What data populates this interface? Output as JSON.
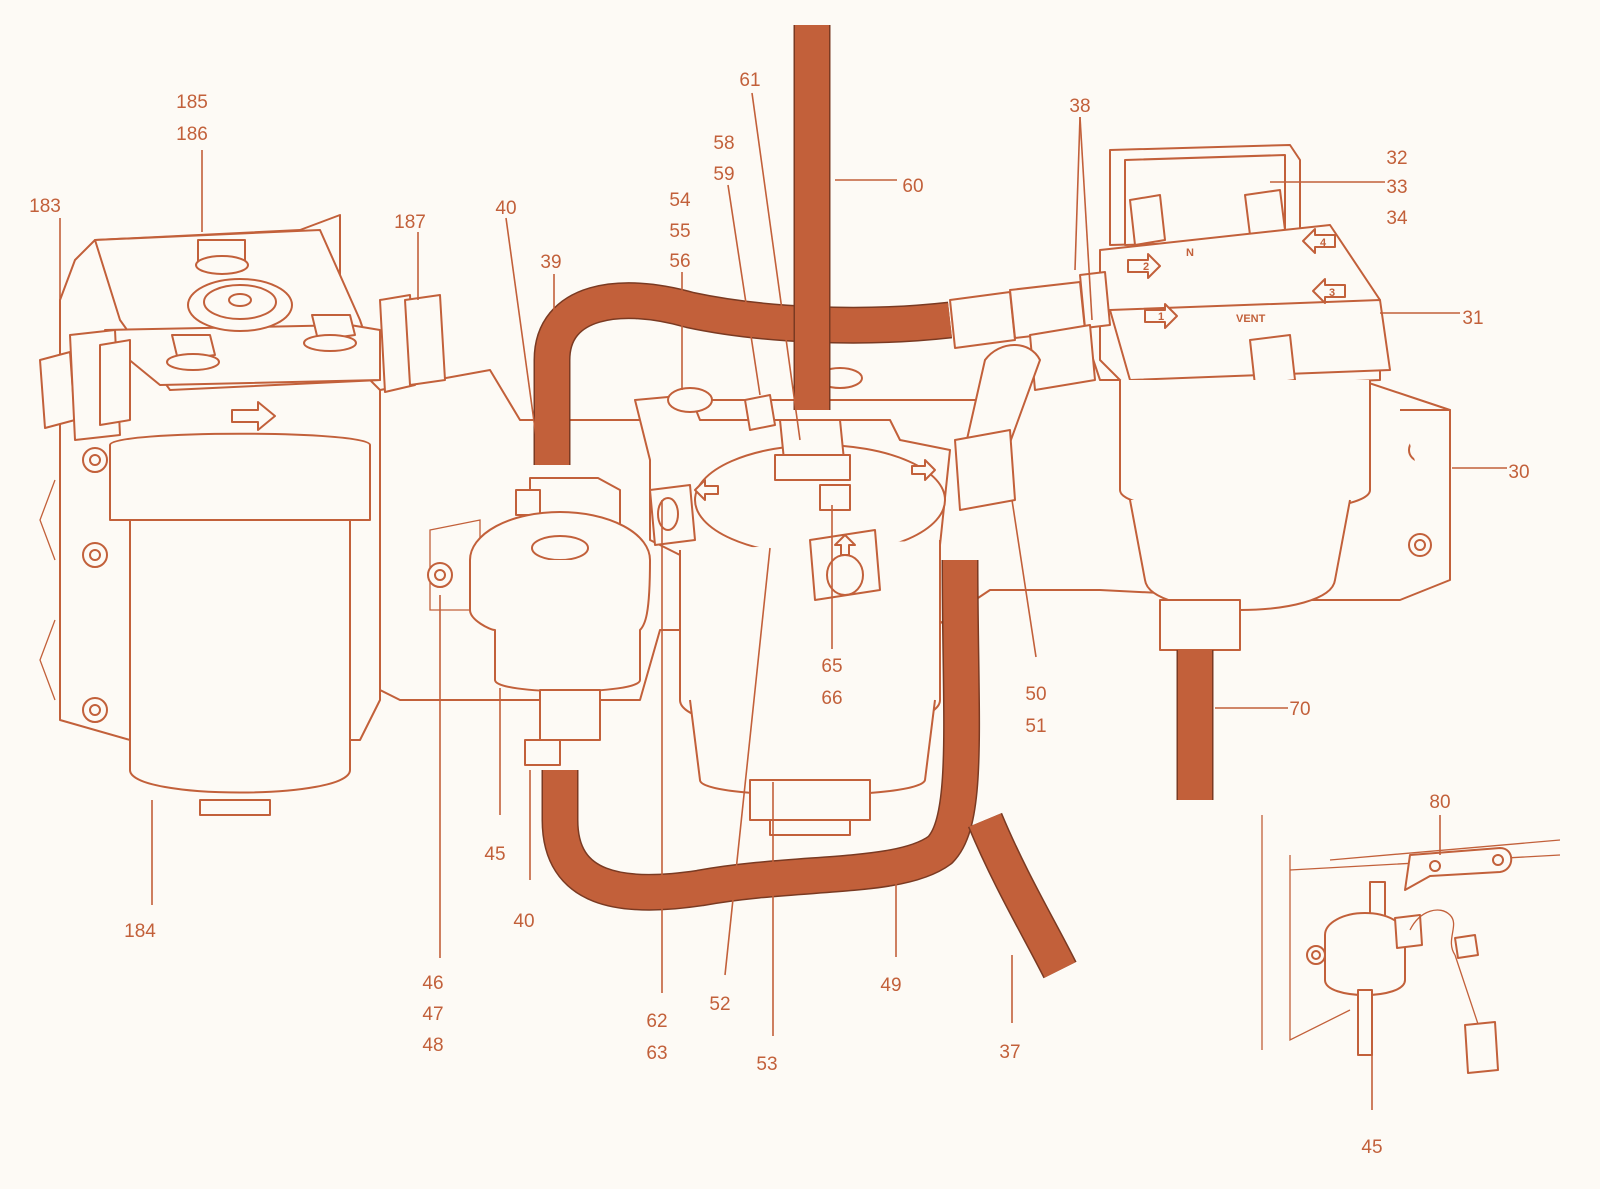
{
  "diagram": {
    "accent_color": "#c2603a",
    "background_color": "#fdfaf5",
    "labels": [
      {
        "id": "l185",
        "text": "185"
      },
      {
        "id": "l186",
        "text": "186"
      },
      {
        "id": "l183",
        "text": "183"
      },
      {
        "id": "l187",
        "text": "187"
      },
      {
        "id": "l40a",
        "text": "40"
      },
      {
        "id": "l39",
        "text": "39"
      },
      {
        "id": "l54",
        "text": "54"
      },
      {
        "id": "l55",
        "text": "55"
      },
      {
        "id": "l56",
        "text": "56"
      },
      {
        "id": "l58",
        "text": "58"
      },
      {
        "id": "l59",
        "text": "59"
      },
      {
        "id": "l61",
        "text": "61"
      },
      {
        "id": "l60",
        "text": "60"
      },
      {
        "id": "l38",
        "text": "38"
      },
      {
        "id": "l32",
        "text": "32"
      },
      {
        "id": "l33",
        "text": "33"
      },
      {
        "id": "l34",
        "text": "34"
      },
      {
        "id": "l31",
        "text": "31"
      },
      {
        "id": "l30",
        "text": "30"
      },
      {
        "id": "l70",
        "text": "70"
      },
      {
        "id": "l80",
        "text": "80"
      },
      {
        "id": "l65",
        "text": "65"
      },
      {
        "id": "l66",
        "text": "66"
      },
      {
        "id": "l50",
        "text": "50"
      },
      {
        "id": "l51",
        "text": "51"
      },
      {
        "id": "l45a",
        "text": "45"
      },
      {
        "id": "l40b",
        "text": "40"
      },
      {
        "id": "l184",
        "text": "184"
      },
      {
        "id": "l46",
        "text": "46"
      },
      {
        "id": "l47",
        "text": "47"
      },
      {
        "id": "l48",
        "text": "48"
      },
      {
        "id": "l62",
        "text": "62"
      },
      {
        "id": "l63",
        "text": "63"
      },
      {
        "id": "l52",
        "text": "52"
      },
      {
        "id": "l53",
        "text": "53"
      },
      {
        "id": "l49",
        "text": "49"
      },
      {
        "id": "l37",
        "text": "37"
      },
      {
        "id": "l45b",
        "text": "45"
      }
    ],
    "head_markings": {
      "port_1": "1",
      "port_2": "2",
      "port_3": "3",
      "port_4": "4",
      "n": "N",
      "vent": "VENT"
    }
  }
}
